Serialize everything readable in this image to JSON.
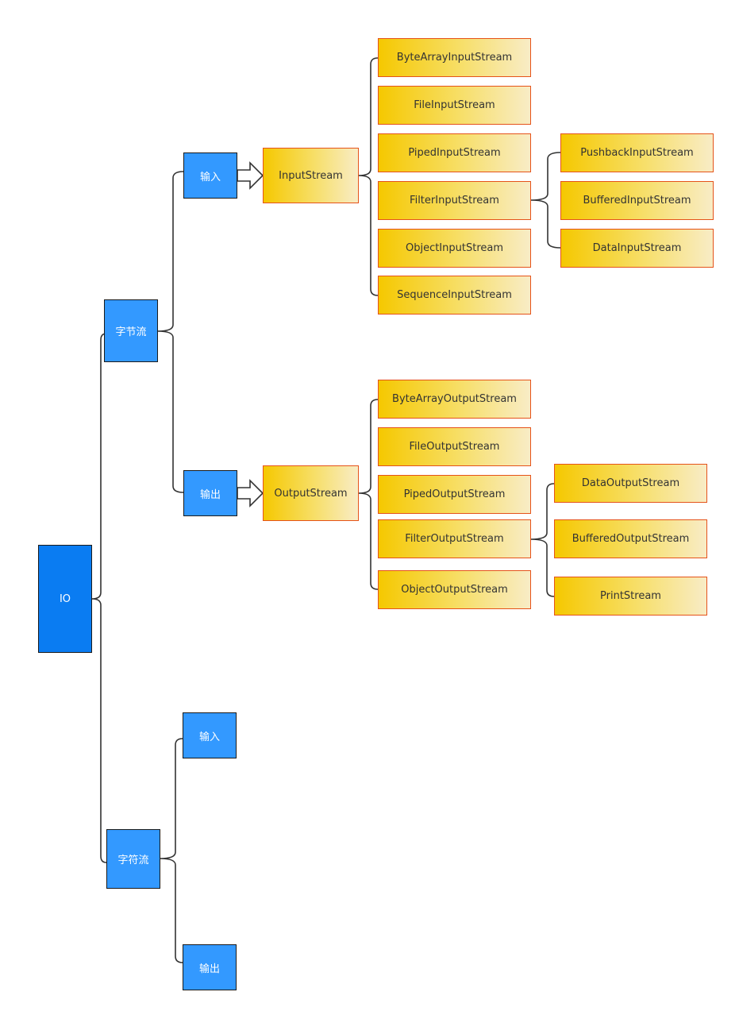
{
  "root": {
    "label": "IO"
  },
  "byte_stream": {
    "label": "字节流",
    "input": {
      "label": "输入",
      "base": "InputStream",
      "children": [
        "ByteArrayInputStream",
        "FileInputStream",
        "PipedInputStream",
        "FilterInputStream",
        "ObjectInputStream",
        "SequenceInputStream"
      ],
      "filter_children": [
        "PushbackInputStream",
        "BufferedInputStream",
        "DataInputStream"
      ]
    },
    "output": {
      "label": "输出",
      "base": "OutputStream",
      "children": [
        "ByteArrayOutputStream",
        "FileOutputStream",
        "PipedOutputStream",
        "FilterOutputStream",
        "ObjectOutputStream"
      ],
      "filter_children": [
        "DataOutputStream",
        "BufferedOutputStream",
        "PrintStream"
      ]
    }
  },
  "char_stream": {
    "label": "字符流",
    "input": {
      "label": "输入"
    },
    "output": {
      "label": "输出"
    }
  },
  "colors": {
    "blue": "#3399ff",
    "root_blue": "#0a7cf2",
    "gold": "#f5c800",
    "gold_border": "#e5531a",
    "connector": "#333333"
  }
}
